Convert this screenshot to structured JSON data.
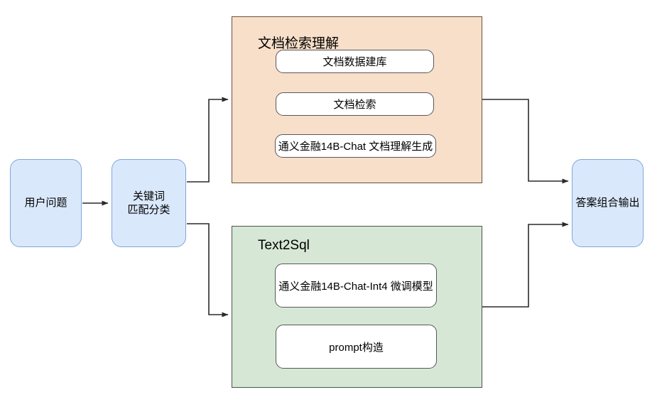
{
  "diagram": {
    "title": "",
    "colors": {
      "blue_fill": "#dae8fc",
      "blue_stroke": "#7ea6d9",
      "orange_fill": "#f8dfc9",
      "orange_stroke": "#67513f",
      "green_fill": "#d6e8d5",
      "green_stroke": "#48554a",
      "box_fill": "#ffffff",
      "box_stroke": "#57575c",
      "edge_stroke": "#2a2a2a"
    },
    "nodes": {
      "user_question": "用户问题",
      "keyword_match_line1": "关键词",
      "keyword_match_line2": "匹配分类",
      "answer_output": "答案组合输出"
    },
    "panels": [
      {
        "id": "doc-retrieval",
        "title": "文档检索理解",
        "items": [
          "文档数据建库",
          "文档检索",
          "通义金融14B-Chat 文档理解生成"
        ]
      },
      {
        "id": "text2sql",
        "title": "Text2Sql",
        "items": [
          "通义金融14B-Chat-Int4 微调模型",
          "prompt构造"
        ]
      }
    ],
    "edges": [
      {
        "from": "用户问题",
        "to": "关键词匹配分类"
      },
      {
        "from": "关键词匹配分类",
        "to": "文档检索理解"
      },
      {
        "from": "关键词匹配分类",
        "to": "Text2Sql"
      },
      {
        "from": "文档检索理解",
        "to": "答案组合输出"
      },
      {
        "from": "Text2Sql",
        "to": "答案组合输出"
      }
    ]
  }
}
